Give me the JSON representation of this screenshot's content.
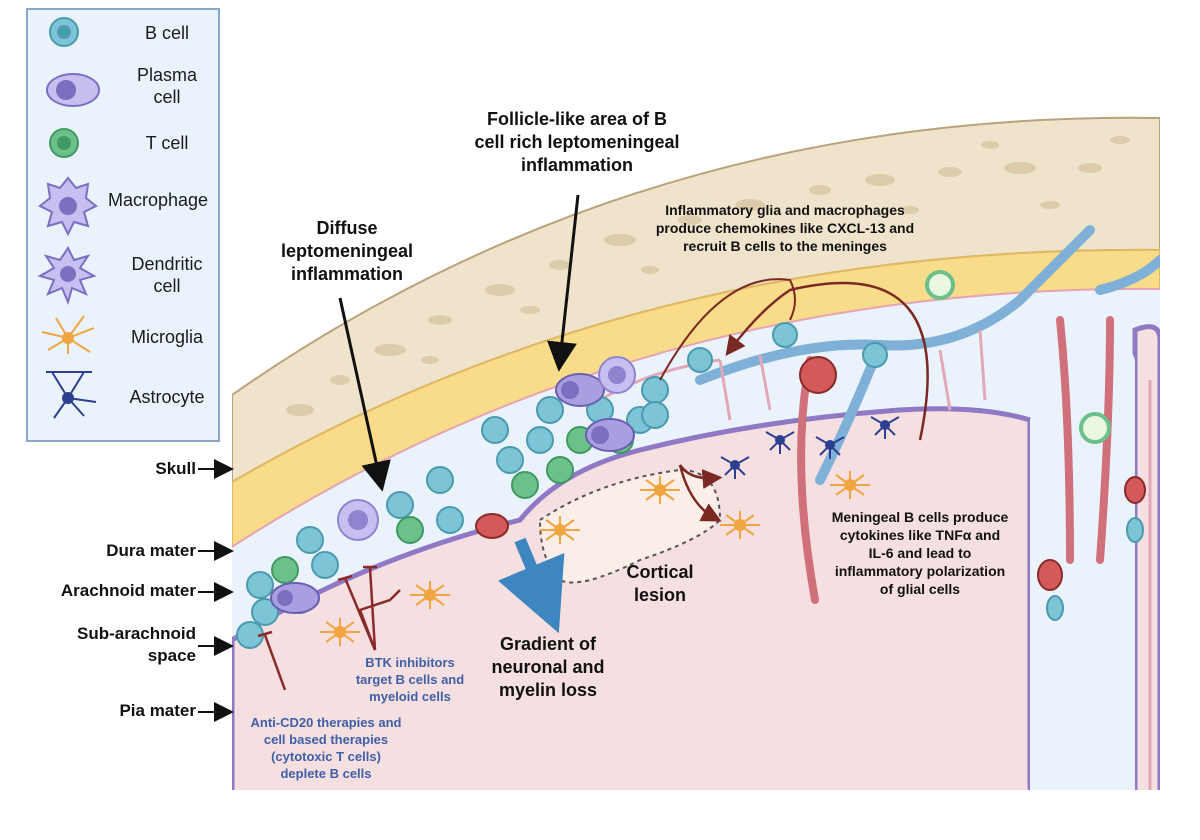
{
  "legend": {
    "items": [
      {
        "label": "B cell",
        "icon": "b-cell-icon"
      },
      {
        "label": "Plasma\ncell",
        "icon": "plasma-cell-icon"
      },
      {
        "label": "T cell",
        "icon": "t-cell-icon"
      },
      {
        "label": "Macrophage",
        "icon": "macrophage-icon"
      },
      {
        "label": "Dendritic\ncell",
        "icon": "dendritic-cell-icon"
      },
      {
        "label": "Microglia",
        "icon": "microglia-icon"
      },
      {
        "label": "Astrocyte",
        "icon": "astrocyte-icon"
      }
    ]
  },
  "layers": {
    "skull": "Skull",
    "dura": "Dura mater",
    "arachnoid": "Arachnoid mater",
    "subarachnoid": "Sub-arachnoid\nspace",
    "pia": "Pia mater"
  },
  "annotations": {
    "follicle": "Follicle-like area of B\ncell rich leptomeningeal\ninflammation",
    "diffuse": "Diffuse\nleptomeningeal\ninflammation",
    "glia": "Inflammatory glia and macrophages\nproduce chemokines like CXCL-13 and\nrecruit B cells to the meninges",
    "cortical": "Cortical\nlesion",
    "gradient": "Gradient of\nneuronal and\nmyelin loss",
    "meningeal": "Meningeal B cells produce\ncytokines like TNFα and\nIL-6 and lead to\ninflammatory polarization\nof glial cells",
    "btk": "BTK inhibitors\ntarget B cells and\nmyeloid cells",
    "anticd20": "Anti-CD20 therapies and\ncell based therapies\n(cytotoxic T cells)\ndeplete B cells"
  },
  "colors": {
    "b_cell": "#7cc4d6",
    "t_cell": "#6cc08a",
    "plasma": "#7a6fc0",
    "macrophage": "#a99ee0",
    "microglia": "#f0a540",
    "astrocyte": "#2d3f8f",
    "skull": "#efe3cc",
    "dura": "#f8dc8a",
    "brain": "#f5dfe0",
    "vessel_blue": "#7fb0d8",
    "vessel_red": "#d0707a"
  }
}
